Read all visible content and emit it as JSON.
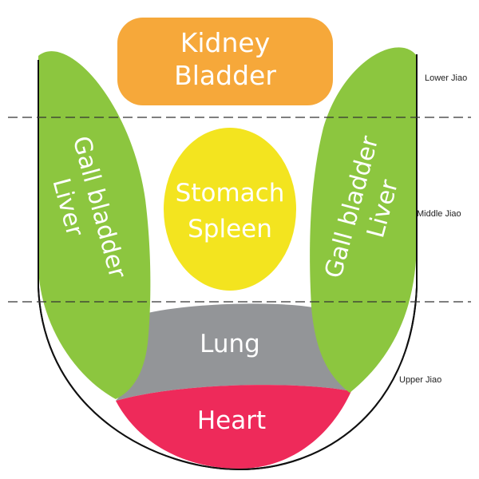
{
  "diagram": {
    "title": "Tongue diagnosis organ map",
    "regions": {
      "kidney_bladder": {
        "line1": "Kidney",
        "line2": "Bladder",
        "color": "#f6a83a"
      },
      "stomach_spleen": {
        "line1": "Stomach",
        "line2": "Spleen",
        "color": "#f3e41f"
      },
      "gall_liver_left": {
        "line1": "Gall bladder",
        "line2": "Liver",
        "color": "#8cc63f"
      },
      "gall_liver_right": {
        "line1": "Gall bladder",
        "line2": "Liver",
        "color": "#8cc63f"
      },
      "lung": {
        "label": "Lung",
        "color": "#939598"
      },
      "heart": {
        "label": "Heart",
        "color": "#ee2a5a"
      }
    },
    "outline_color": "#111111",
    "divider_color": "#333333",
    "jiao_labels": {
      "lower": "Lower Jiao",
      "middle": "Middle Jiao",
      "upper": "Upper Jiao"
    }
  }
}
